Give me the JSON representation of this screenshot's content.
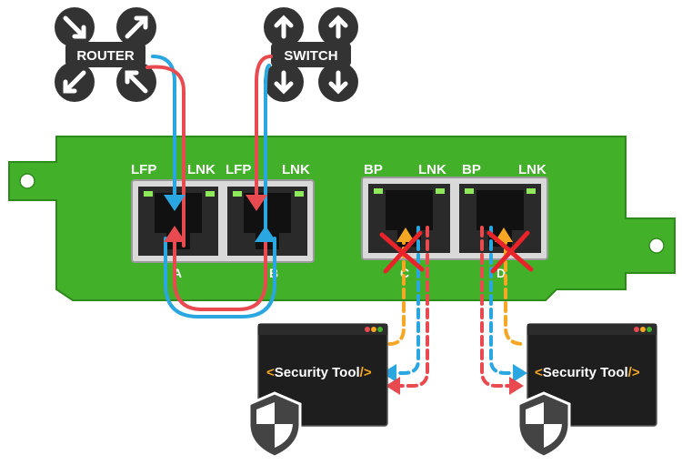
{
  "devices": {
    "router": {
      "label": "ROUTER"
    },
    "switch": {
      "label": "SWITCH"
    }
  },
  "card": {
    "port_pairs": [
      {
        "left_label": "LFP",
        "right_label": "LNK"
      },
      {
        "left_label": "LFP",
        "right_label": "LNK"
      },
      {
        "left_label": "BP",
        "right_label": "LNK"
      },
      {
        "left_label": "BP",
        "right_label": "LNK"
      }
    ],
    "port_letters": [
      "A",
      "B",
      "C",
      "D"
    ]
  },
  "tools": [
    {
      "prefix": "<",
      "name": "Security Tool",
      "suffix": "/>"
    },
    {
      "prefix": "<",
      "name": "Security Tool",
      "suffix": "/>"
    }
  ],
  "colors": {
    "card_green": "#43b02a",
    "card_green_dark": "#2f8a1c",
    "traffic_red": "#e84a4f",
    "traffic_blue": "#2aa6e0",
    "traffic_orange": "#f5a623",
    "bracket_orange": "#f5a623",
    "tool_bg": "#1e1e1e",
    "x_mark": "#e8242a"
  },
  "icons": {
    "router": "router-arrows-icon",
    "switch": "switch-arrows-icon",
    "shield": "shield-icon",
    "blocked": "x-mark-icon"
  }
}
